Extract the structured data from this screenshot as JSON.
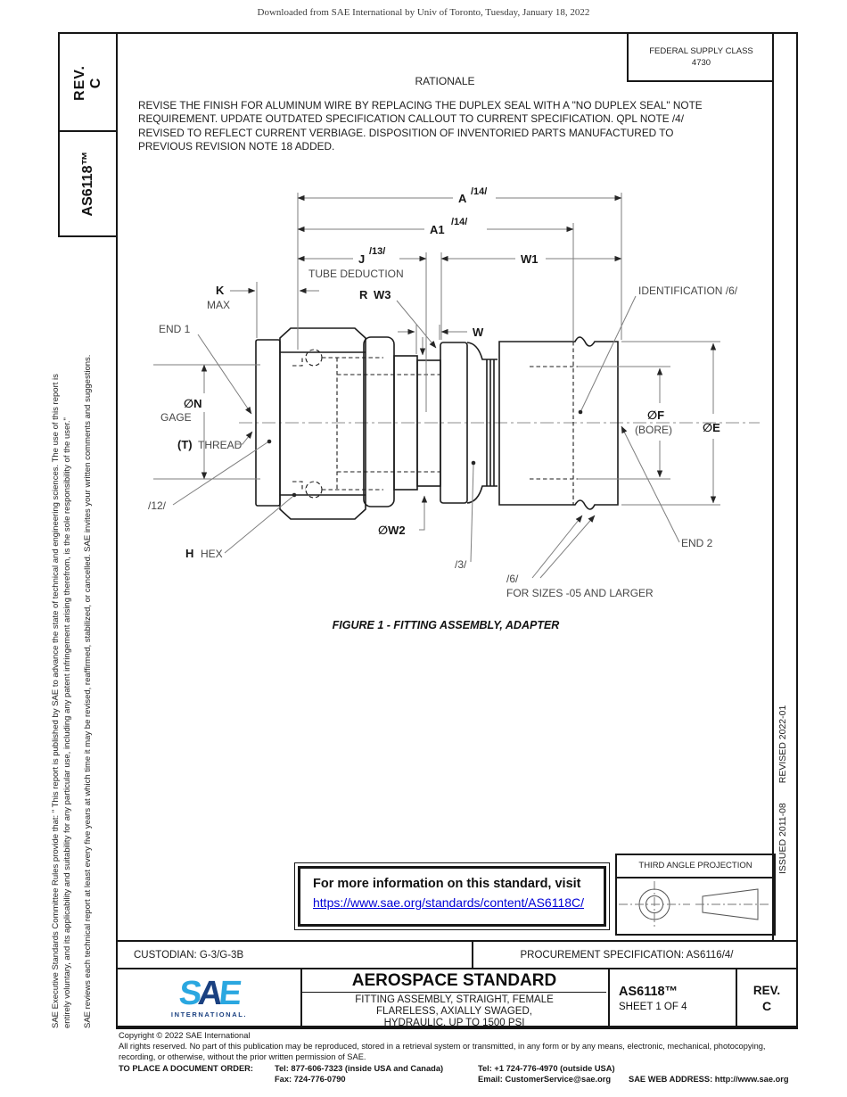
{
  "page": {
    "download_header": "Downloaded from SAE International by Univ of Toronto, Tuesday, January 18, 2022"
  },
  "left_sidebar": {
    "rev_label": "REV.",
    "rev_value": "C",
    "doc_number": "AS6118™",
    "disclaimer_1": "SAE Executive Standards Committee Rules provide that: \" This report is published by SAE to advance the state of technical and engineering sciences. The use of this report is",
    "disclaimer_2": "entirely voluntary, and its applicability and suitability for any particular use, including any patent infringement arising therefrom, is the sole responsibility of the user.\"",
    "disclaimer_3": "SAE reviews each technical report at least every five years at which time it may be revised, reaffirmed, stabilized, or cancelled. SAE invites your written comments and suggestions."
  },
  "right_sidebar": {
    "issued": "ISSUED 2011-08",
    "revised": "REVISED 2022-01"
  },
  "header": {
    "federal_supply_class_label": "FEDERAL SUPPLY CLASS",
    "federal_supply_class_value": "4730",
    "rationale_title": "RATIONALE"
  },
  "rationale": {
    "lines": [
      "REVISE THE FINISH FOR ALUMINUM WIRE BY REPLACING THE DUPLEX SEAL WITH A \"NO DUPLEX SEAL\" NOTE",
      "REQUIREMENT. UPDATE OUTDATED SPECIFICATION CALLOUT TO CURRENT SPECIFICATION. QPL NOTE /4/",
      "REVISED TO REFLECT CURRENT VERBIAGE. DISPOSITION OF INVENTORIED PARTS MANUFACTURED TO",
      "PREVIOUS REVISION NOTE 18 ADDED."
    ]
  },
  "figure": {
    "caption": "FIGURE 1 - FITTING ASSEMBLY, ADAPTER",
    "labels": {
      "a": "A",
      "a_note": "/14/",
      "a1": "A1",
      "a1_note": "/14/",
      "j": "J",
      "j_note": "/13/",
      "tube_deduction": "TUBE DEDUCTION",
      "w1": "W1",
      "k": "K",
      "max": "MAX",
      "r": "R",
      "w3": "W3",
      "w": "W",
      "identification": "IDENTIFICATION /6/",
      "end1": "END 1",
      "dia_n": "∅N",
      "gage": "GAGE",
      "t": "(T)",
      "thread": "THREAD",
      "note12": "/12/",
      "h": "H",
      "hex": "HEX",
      "dia_w2": "∅W2",
      "note3": "/3/",
      "note6": "/6/",
      "for_sizes": "FOR SIZES -05 AND LARGER",
      "end2": "END 2",
      "dia_f": "∅F",
      "bore": "(BORE)",
      "dia_e": "∅E"
    }
  },
  "info_box": {
    "line1": "For more information on this standard, visit",
    "link": "https://www.sae.org/standards/content/AS6118C/"
  },
  "projection_box": {
    "title": "THIRD ANGLE PROJECTION"
  },
  "title_block": {
    "custodian": "CUSTODIAN: G-3/G-3B",
    "procurement": "PROCUREMENT SPECIFICATION: AS6116/4/",
    "logo_s": "S",
    "logo_a": "A",
    "logo_e": "E",
    "logo_sub": "INTERNATIONAL.",
    "standard_type": "AEROSPACE STANDARD",
    "subtitle_line1": "FITTING ASSEMBLY, STRAIGHT, FEMALE",
    "subtitle_line2": "FLARELESS, AXIALLY SWAGED,",
    "subtitle_line3": "HYDRAULIC, UP TO 1500 PSI",
    "doc_number": "AS6118™",
    "sheet": "SHEET 1 OF 4",
    "rev_label": "REV.",
    "rev_value": "C"
  },
  "footer": {
    "copyright": "Copyright © 2022 SAE International",
    "rights_line1": "All rights reserved. No part of this publication may be reproduced, stored in a retrieval system or transmitted, in any form or by any means, electronic, mechanical, photocopying,",
    "rights_line2": "recording, or otherwise, without the prior written permission of SAE.",
    "order_label": "TO PLACE A DOCUMENT ORDER:",
    "tel_inside": "Tel: 877-606-7323 (inside USA and Canada)",
    "tel_outside": "Tel: +1 724-776-4970 (outside USA)",
    "fax": "Fax: 724-776-0790",
    "email": "Email: CustomerService@sae.org",
    "web": "SAE WEB ADDRESS: http://www.sae.org"
  },
  "colors": {
    "link_blue": "#0000d6",
    "logo_light_blue": "#2aa7e0",
    "logo_navy": "#1a4080",
    "line_black": "#161616",
    "dim_gray": "#7e7e7e"
  }
}
